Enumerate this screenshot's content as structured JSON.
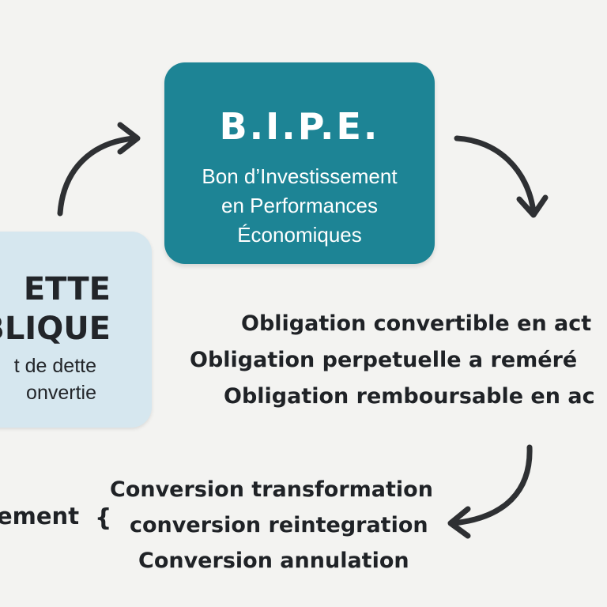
{
  "bipe": {
    "title": "B.I.P.E.",
    "subtitle_lines": [
      "Bon d’Investissement",
      "en Performances",
      "Économiques"
    ],
    "color": "#1d8495"
  },
  "dette": {
    "title_lines": [
      "ETTE",
      "BLIQUE"
    ],
    "subtitle_lines": [
      "t de dette",
      "onvertie"
    ],
    "color": "#d6e7ef"
  },
  "obligations": [
    "Obligation convertible en act",
    "Obligation perpetuelle a reméré",
    "Obligation  remboursable en ac"
  ],
  "conversion": {
    "left_label": "ement",
    "brace": "{",
    "lines": [
      "Conversion  transformation",
      "conversion reintegration",
      "Conversion  annulation"
    ]
  }
}
